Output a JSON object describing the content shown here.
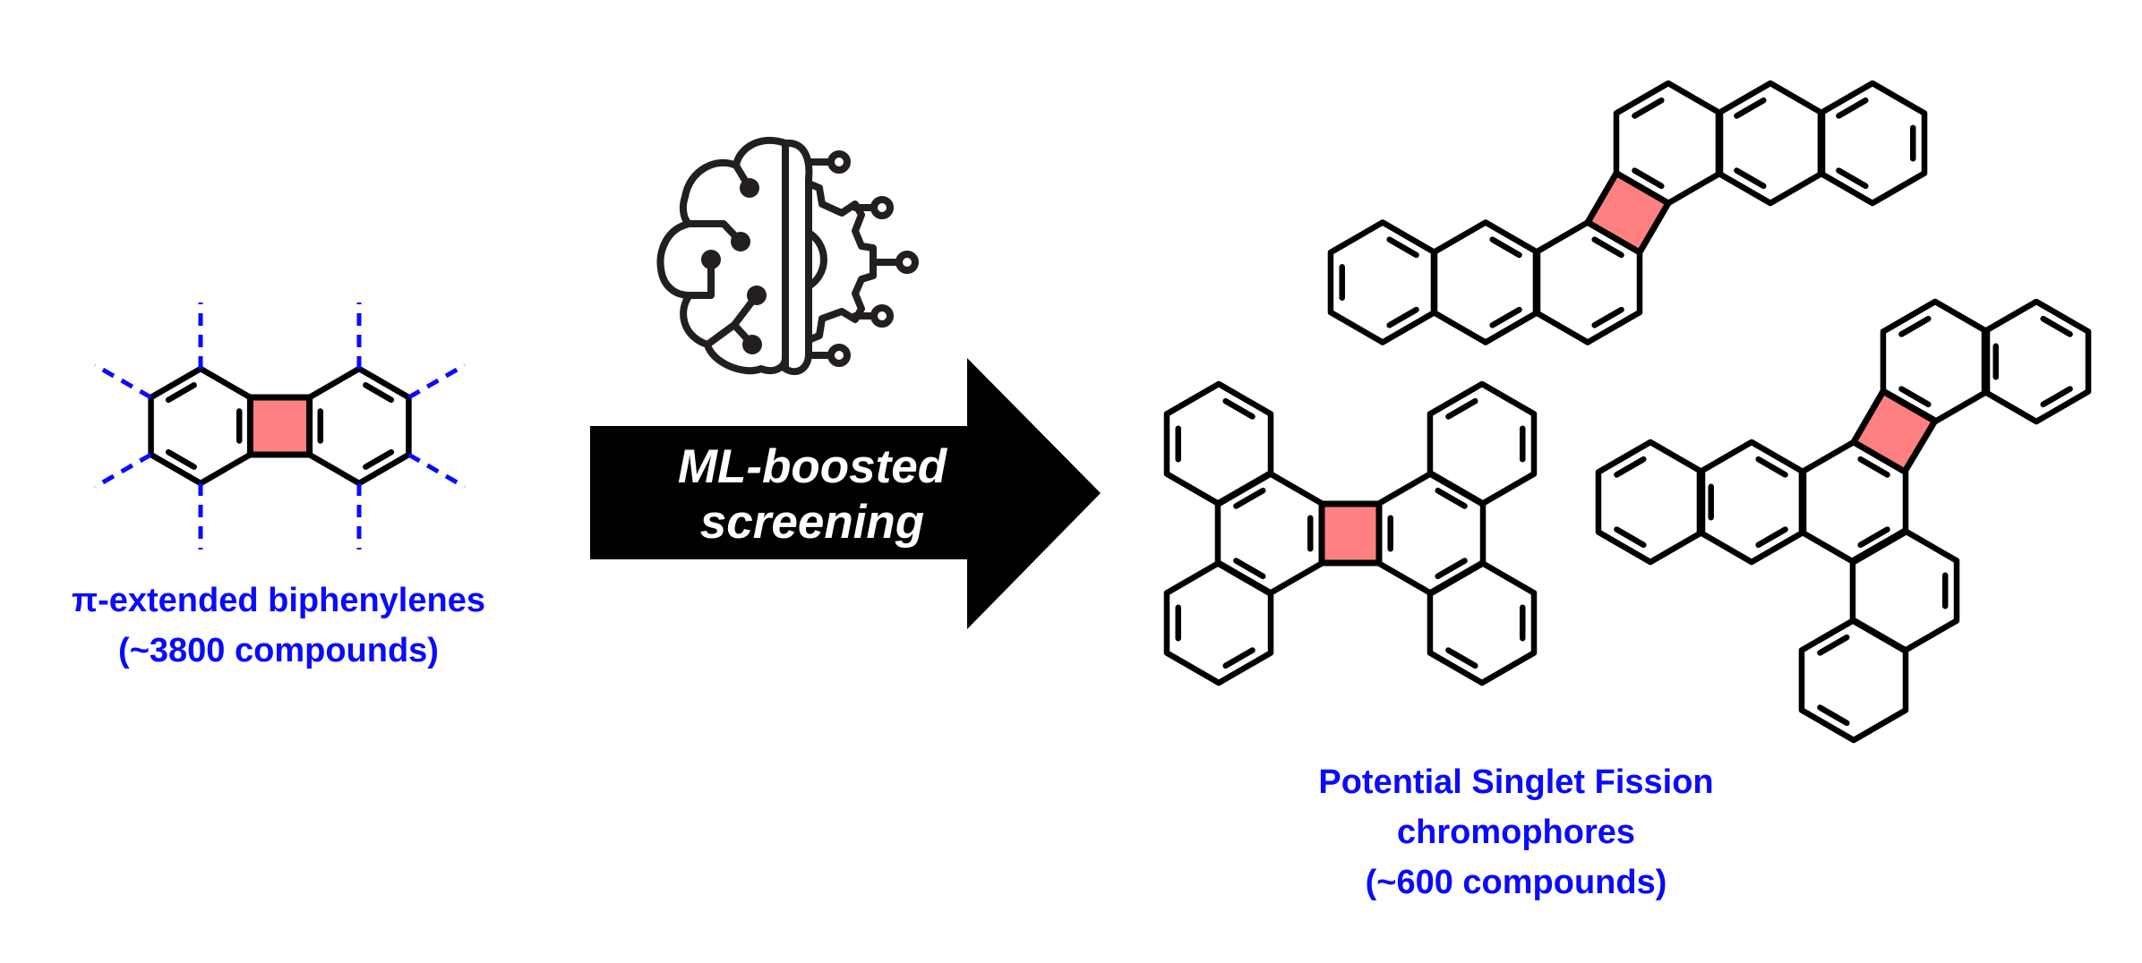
{
  "input_set": {
    "line1": "π-extended biphenylenes",
    "line2": "(~3800 compounds)"
  },
  "process": {
    "line1": "ML-boosted",
    "line2": "screening",
    "icon": "brain-circuit-icon"
  },
  "output_set": {
    "line1": "Potential Singlet Fission",
    "line2": "chromophores",
    "line3": "(~600 compounds)"
  },
  "colors": {
    "label_blue": "#0a0aff",
    "four_ring_fill": "#ff8080",
    "bond": "#000000",
    "substitution_dash": "#0a0aff"
  }
}
